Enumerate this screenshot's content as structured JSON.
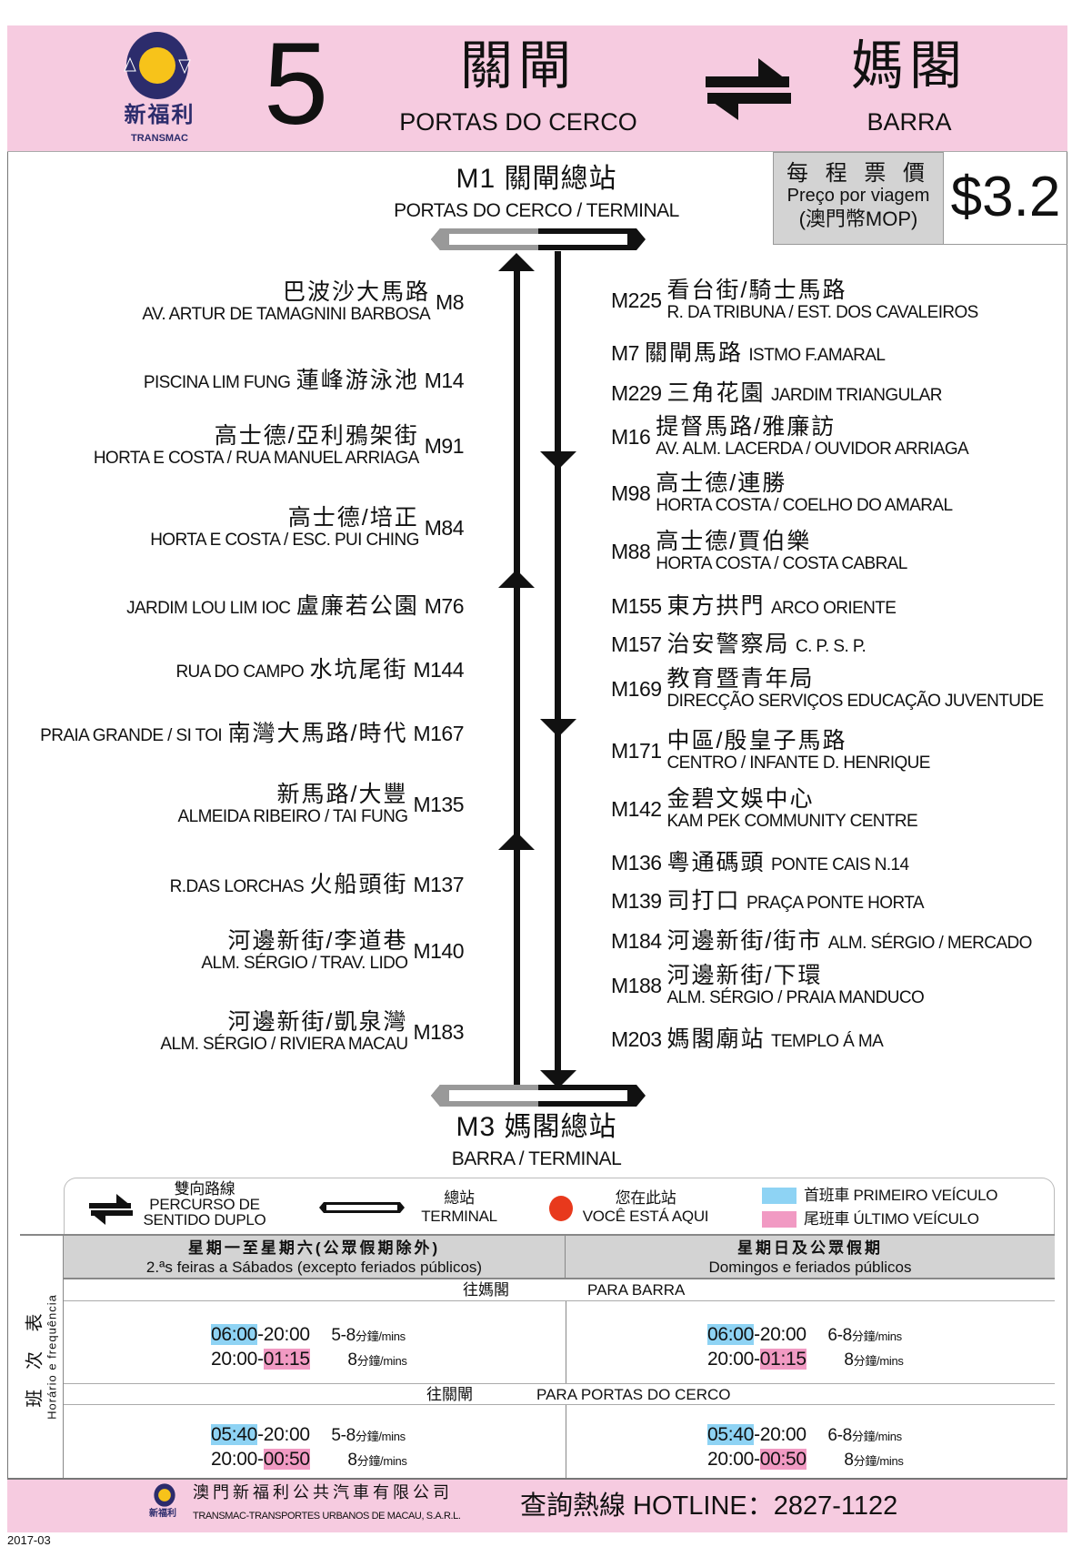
{
  "header": {
    "operator_cn": "新福利",
    "operator_en": "TRANSMAC",
    "route_number": "5",
    "origin_cn": "關閘",
    "origin_pt": "PORTAS DO CERCO",
    "destination_cn": "媽閣",
    "destination_pt": "BARRA",
    "icon": "two-way-arrow-icon"
  },
  "fare": {
    "label_cn": "每 程 票 價",
    "label_pt": "Preço por viagem",
    "currency": "(澳門幣MOP)",
    "value": "$3.2"
  },
  "terminals": {
    "top": {
      "code_cn": "M1 關閘總站",
      "pt": "PORTAS DO CERCO / TERMINAL"
    },
    "bottom": {
      "code_cn": "M3 媽閣總站",
      "pt": "BARRA / TERMINAL"
    }
  },
  "stops_left": [
    {
      "code": "M8",
      "cn": "巴波沙大馬路",
      "pt": "AV. ARTUR DE TAMAGNINI BARBOSA"
    },
    {
      "code": "M14",
      "cn": "蓮峰游泳池",
      "pt": "PISCINA LIM FUNG",
      "inline": true
    },
    {
      "code": "M91",
      "cn": "高士德/亞利鴉架街",
      "pt": "HORTA E COSTA / RUA MANUEL ARRIAGA"
    },
    {
      "code": "M84",
      "cn": "高士德/培正",
      "pt": "HORTA E COSTA / ESC. PUI CHING"
    },
    {
      "code": "M76",
      "cn": "盧廉若公園",
      "pt": "JARDIM LOU LIM IOC",
      "inline": true
    },
    {
      "code": "M144",
      "cn": "水坑尾街",
      "pt": "RUA DO CAMPO",
      "inline": true
    },
    {
      "code": "M167",
      "cn": "南灣大馬路/時代",
      "pt": "PRAIA GRANDE / SI TOI",
      "inline": true
    },
    {
      "code": "M135",
      "cn": "新馬路/大豐",
      "pt": "ALMEIDA RIBEIRO / TAI FUNG"
    },
    {
      "code": "M137",
      "cn": "火船頭街",
      "pt": "R.DAS LORCHAS",
      "inline": true
    },
    {
      "code": "M140",
      "cn": "河邊新街/李道巷",
      "pt": "ALM. SÉRGIO / TRAV. LIDO"
    },
    {
      "code": "M183",
      "cn": "河邊新街/凱泉灣",
      "pt": "ALM. SÉRGIO / RIVIERA MACAU"
    }
  ],
  "stops_right": [
    {
      "code": "M225",
      "cn": "看台街/騎士馬路",
      "pt": "R. DA TRIBUNA / EST. DOS CAVALEIROS"
    },
    {
      "code": "M7",
      "cn": "關閘馬路",
      "pt": "ISTMO F.AMARAL",
      "inline": true
    },
    {
      "code": "M229",
      "cn": "三角花園",
      "pt": "JARDIM TRIANGULAR",
      "inline": true
    },
    {
      "code": "M16",
      "cn": "提督馬路/雅廉訪",
      "pt": "AV. ALM. LACERDA / OUVIDOR ARRIAGA"
    },
    {
      "code": "M98",
      "cn": "高士德/連勝",
      "pt": "HORTA COSTA / COELHO DO AMARAL"
    },
    {
      "code": "M88",
      "cn": "高士德/賈伯樂",
      "pt": "HORTA COSTA / COSTA CABRAL"
    },
    {
      "code": "M155",
      "cn": "東方拱門",
      "pt": "ARCO ORIENTE",
      "inline": true
    },
    {
      "code": "M157",
      "cn": "治安警察局",
      "pt": "C. P. S. P.",
      "inline": true
    },
    {
      "code": "M169",
      "cn": "教育暨青年局",
      "pt": "DIRECÇÃO SERVIÇOS EDUCAÇÃO JUVENTUDE"
    },
    {
      "code": "M171",
      "cn": "中區/殷皇子馬路",
      "pt": "CENTRO / INFANTE D. HENRIQUE"
    },
    {
      "code": "M142",
      "cn": "金碧文娛中心",
      "pt": "KAM PEK COMMUNITY CENTRE"
    },
    {
      "code": "M136",
      "cn": "粵通碼頭",
      "pt": "PONTE CAIS N.14",
      "inline": true
    },
    {
      "code": "M139",
      "cn": "司打口",
      "pt": "PRAÇA PONTE HORTA",
      "inline": true
    },
    {
      "code": "M184",
      "cn": "河邊新街/街市",
      "pt": "ALM. SÉRGIO / MERCADO",
      "inline": true
    },
    {
      "code": "M188",
      "cn": "河邊新街/下環",
      "pt": "ALM. SÉRGIO / PRAIA MANDUCO"
    },
    {
      "code": "M203",
      "cn": "媽閣廟站",
      "pt": "TEMPLO Á MA",
      "inline": true
    }
  ],
  "legend": {
    "two_way_cn": "雙向路線",
    "two_way_pt1": "PERCURSO DE",
    "two_way_pt2": "SENTIDO DUPLO",
    "terminal_cn": "總站",
    "terminal_pt": "TERMINAL",
    "here_cn": "您在此站",
    "here_pt": "VOCÊ ESTÁ AQUI",
    "first_label": "首班車 PRIMEIRO VEÍCULO",
    "last_label": "尾班車 ÚLTIMO VEÍCULO",
    "first_color": "#8ed3f4",
    "last_color": "#f19ac3",
    "here_color": "#e8391c"
  },
  "timetable": {
    "side_cn": "班 次 表",
    "side_pt": "Horário e frequência",
    "weekday_cn": "星期一至星期六(公眾假期除外)",
    "weekday_pt": "2.ªs feiras a Sábados (excepto feriados públicos)",
    "holiday_cn": "星期日及公眾假期",
    "holiday_pt": "Domingos e feriados públicos",
    "dir1_cn": "往媽閣",
    "dir1_pt": "PARA BARRA",
    "dir2_cn": "往關閘",
    "dir2_pt": "PARA PORTAS DO CERCO",
    "unit": "分鐘/mins",
    "rows": {
      "d1w": {
        "first": "06:00",
        "mid1": "-20:00",
        "freq1": "5-8",
        "start2": "20:00-",
        "last": "01:15",
        "freq2": "8"
      },
      "d1h": {
        "first": "06:00",
        "mid1": "-20:00",
        "freq1": "6-8",
        "start2": "20:00-",
        "last": "01:15",
        "freq2": "8"
      },
      "d2w": {
        "first": "05:40",
        "mid1": "-20:00",
        "freq1": "5-8",
        "start2": "20:00-",
        "last": "00:50",
        "freq2": "8"
      },
      "d2h": {
        "first": "05:40",
        "mid1": "-20:00",
        "freq1": "6-8",
        "start2": "20:00-",
        "last": "00:50",
        "freq2": "8"
      }
    }
  },
  "footer": {
    "company_cn": "澳門新福利公共汽車有限公司",
    "company_pt": "TRANSMAC-TRANSPORTES URBANOS DE MACAU, S.A.R.L.",
    "hotline": "查詢熱線 HOTLINE：2827-1122",
    "logo_cn": "新福利"
  },
  "date": "2017-03"
}
